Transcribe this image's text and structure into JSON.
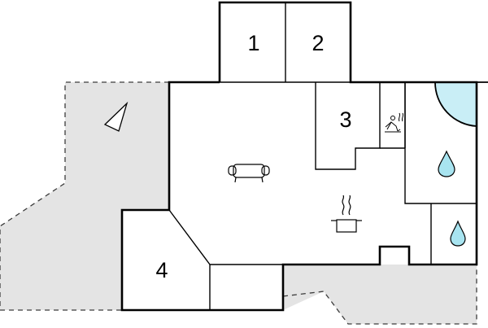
{
  "floorplan": {
    "rooms": [
      {
        "id": "bedroom-1",
        "label": "1"
      },
      {
        "id": "bedroom-2",
        "label": "2"
      },
      {
        "id": "bedroom-3",
        "label": "3"
      },
      {
        "id": "bedroom-4",
        "label": "4"
      }
    ],
    "icons": [
      "compass-arrow-icon",
      "sofa-icon",
      "cooking-pot-icon",
      "sauna-icon",
      "shower-icon",
      "toilet-icon"
    ],
    "colors": {
      "wall": "#000000",
      "terrace_fill": "#e4e4e4",
      "terrace_border": "#3c3c3c",
      "pool_fill": "#c9eef6",
      "water_drop": "#a8e4f0",
      "background": "#ffffff"
    }
  }
}
